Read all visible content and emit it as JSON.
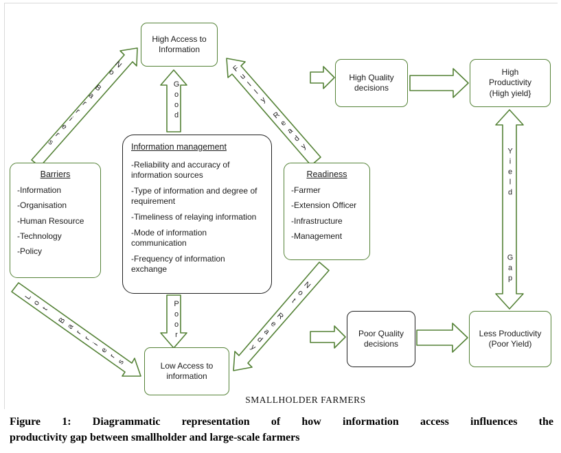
{
  "colors": {
    "accent_green": "#538135",
    "dark_border": "#1f1f1f"
  },
  "boxes": {
    "high_access": {
      "label": "High Access to Information"
    },
    "high_quality": {
      "label": "High Quality decisions"
    },
    "high_productivity": {
      "label": "High Productivity (High yield}"
    },
    "barriers": {
      "title": "Barriers",
      "items": [
        "-Information",
        "-Organisation",
        "-Human Resource",
        "-Technology",
        "-Policy"
      ]
    },
    "info_management": {
      "title": "Information management",
      "items": [
        "-Reliability and accuracy of information sources",
        "-Type of information and degree of requirement",
        "-Timeliness of relaying information",
        "-Mode of information communication",
        "-Frequency of information exchange"
      ]
    },
    "readiness": {
      "title": "Readiness",
      "items": [
        "-Farmer",
        "-Extension Officer",
        "-Infrastructure",
        "-Management"
      ]
    },
    "low_access": {
      "label": "Low Access to information"
    },
    "poor_quality": {
      "label": "Poor Quality decisions"
    },
    "less_productivity": {
      "label": "Less Productivity (Poor Yield)"
    }
  },
  "arrow_labels": {
    "no_barriers": "No Barriers",
    "good": "Good",
    "fully_ready": "Fully Ready",
    "lot_barriers": "Lot Barriers",
    "poor": "Poor",
    "not_ready": "Not Ready",
    "yield_word": "Yield",
    "gap_word": "Gap"
  },
  "footer": {
    "smallholder": "SMALLHOLDER FARMERS",
    "caption_line1": "Figure 1: Diagrammatic representation of how information access influences the",
    "caption_line2": "productivity gap between smallholder and large-scale farmers"
  }
}
